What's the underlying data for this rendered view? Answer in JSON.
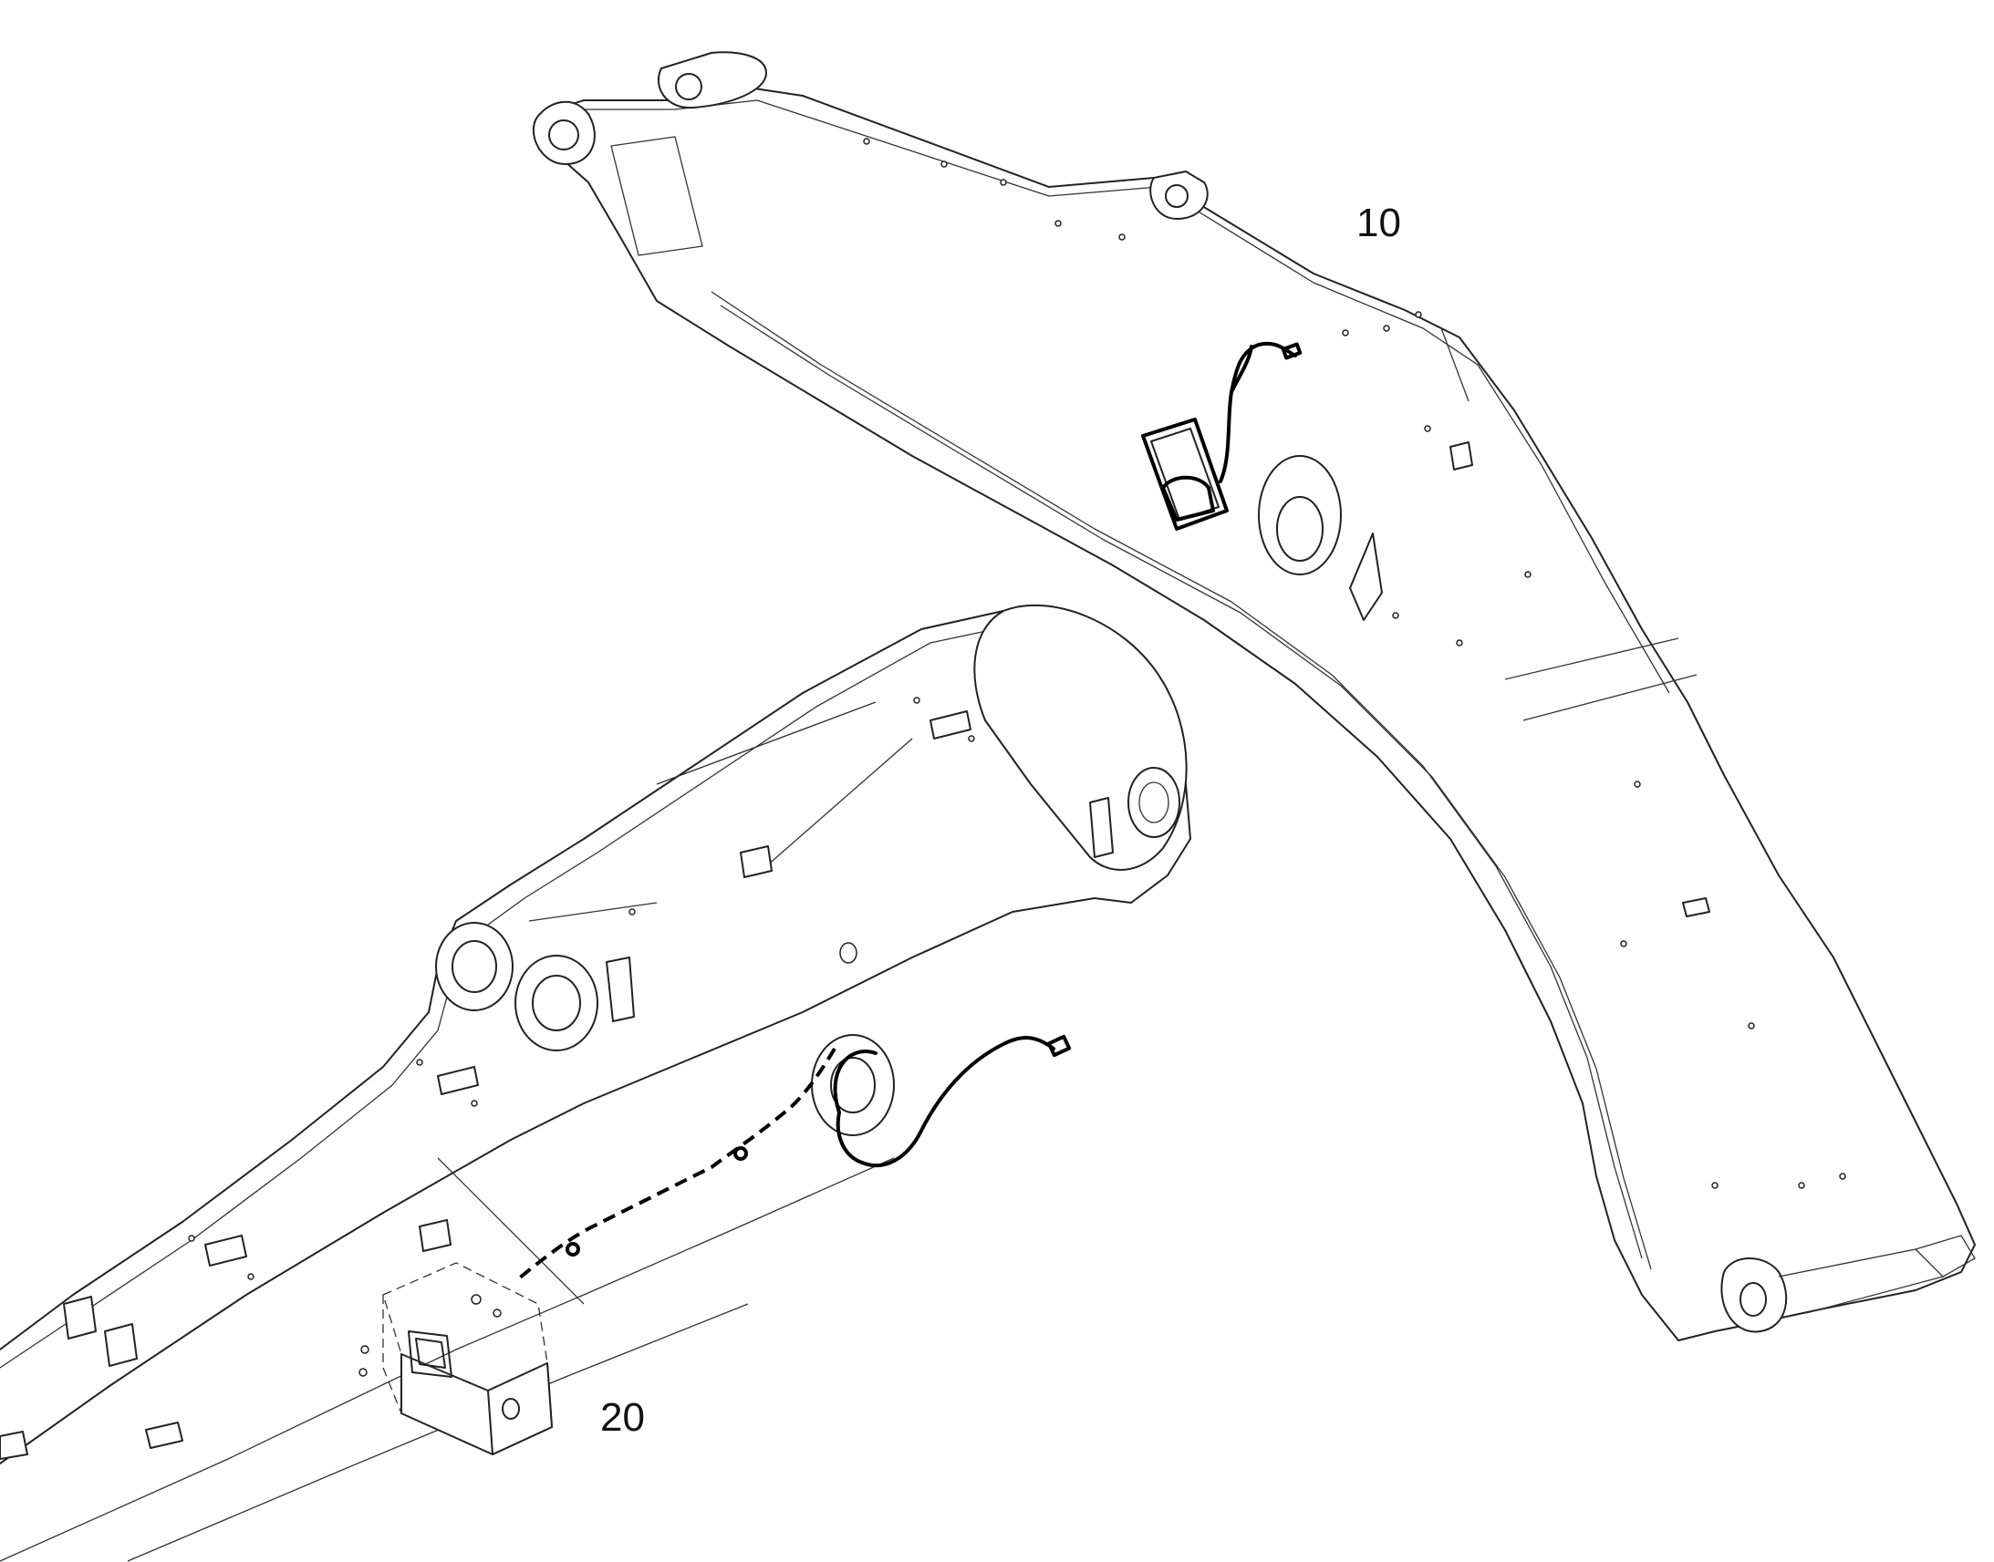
{
  "callouts": [
    {
      "id": "10",
      "text": "10"
    },
    {
      "id": "20",
      "text": "20"
    }
  ],
  "colors": {
    "line": "#222222",
    "background": "#ffffff",
    "cable": "#000000"
  }
}
